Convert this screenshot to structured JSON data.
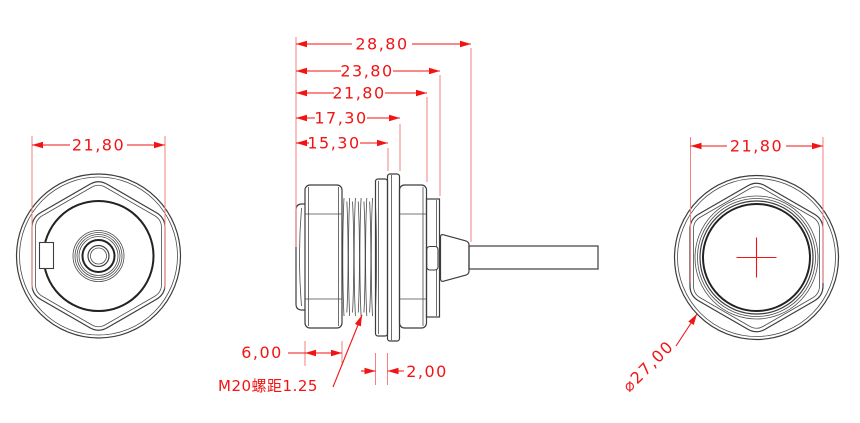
{
  "drawing": {
    "background": "#ffffff",
    "geometry_line_color": "#3d3d3f",
    "dimension_color": "#f21313",
    "extension_line_color": "#f58080"
  },
  "front_view": {
    "width_dim": "21,80"
  },
  "side_view": {
    "top_dims": [
      "28,80",
      "23,80",
      "21,80",
      "17,30",
      "15,30"
    ],
    "hex_width_dim": "6,00",
    "plate_thickness_dim": "2,00",
    "thread_note": "M20螺距1.25"
  },
  "rear_view": {
    "width_dim": "21,80",
    "diameter_dim": "⌀27,00"
  }
}
